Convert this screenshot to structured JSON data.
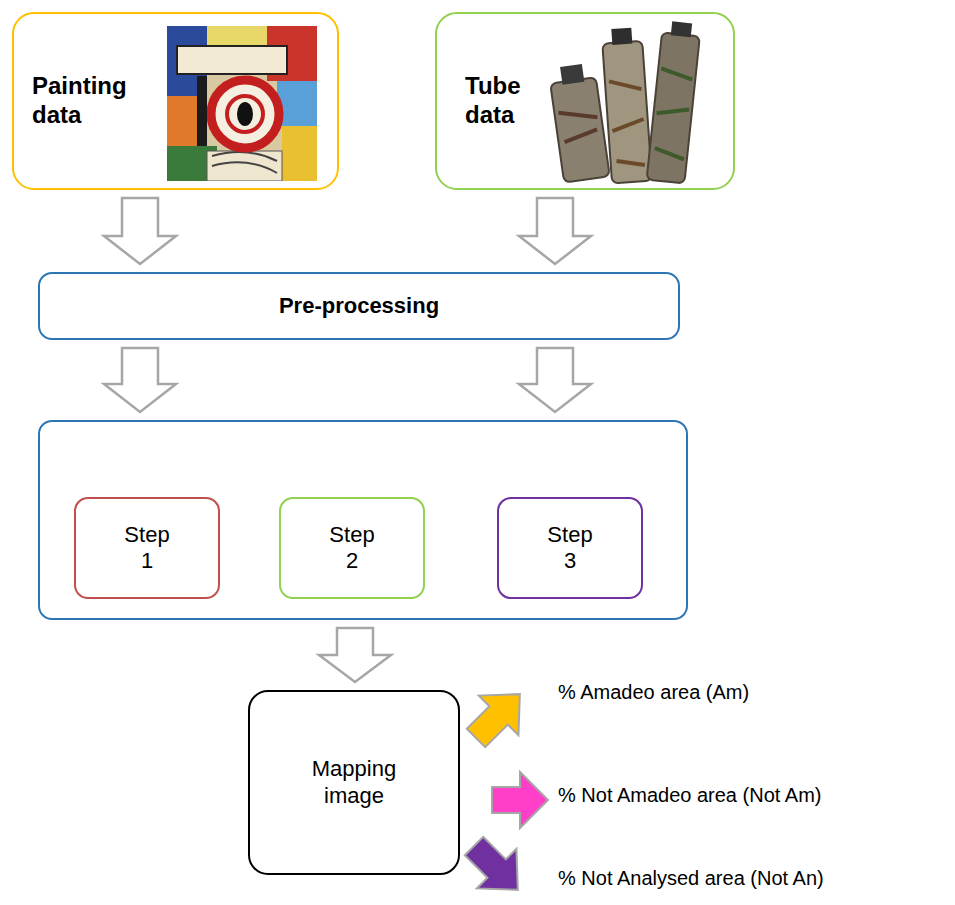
{
  "diagram": {
    "nodes": [
      {
        "text": [
          "Painting data"
        ]
      },
      {
        "text": [
          "Tube data"
        ]
      },
      {
        "text": [
          "Pre-processing"
        ]
      },
      {
        "text": []
      },
      {
        "text": [
          "Step 1"
        ],
        "in": 3
      },
      {
        "text": [
          "Step 2"
        ],
        "in": 3
      },
      {
        "text": [
          "Step 3"
        ],
        "in": 3
      },
      {
        "text": [
          "Mapping image"
        ]
      }
    ],
    "edges": [
      {
        "from": 0,
        "to": 2,
        "arrow": "to"
      },
      {
        "from": 1,
        "to": 2,
        "arrow": "to"
      },
      {
        "from": 2,
        "to": 3,
        "arrow": "to"
      },
      {
        "from": 2,
        "to": 3,
        "arrow": "to"
      },
      {
        "from": 3,
        "to": 7,
        "arrow": "to"
      }
    ],
    "labels": [
      "% Amadeo area (Am)",
      "% Not Amadeo area (Not Am)",
      "% Not Analysed area (Not An)"
    ]
  }
}
